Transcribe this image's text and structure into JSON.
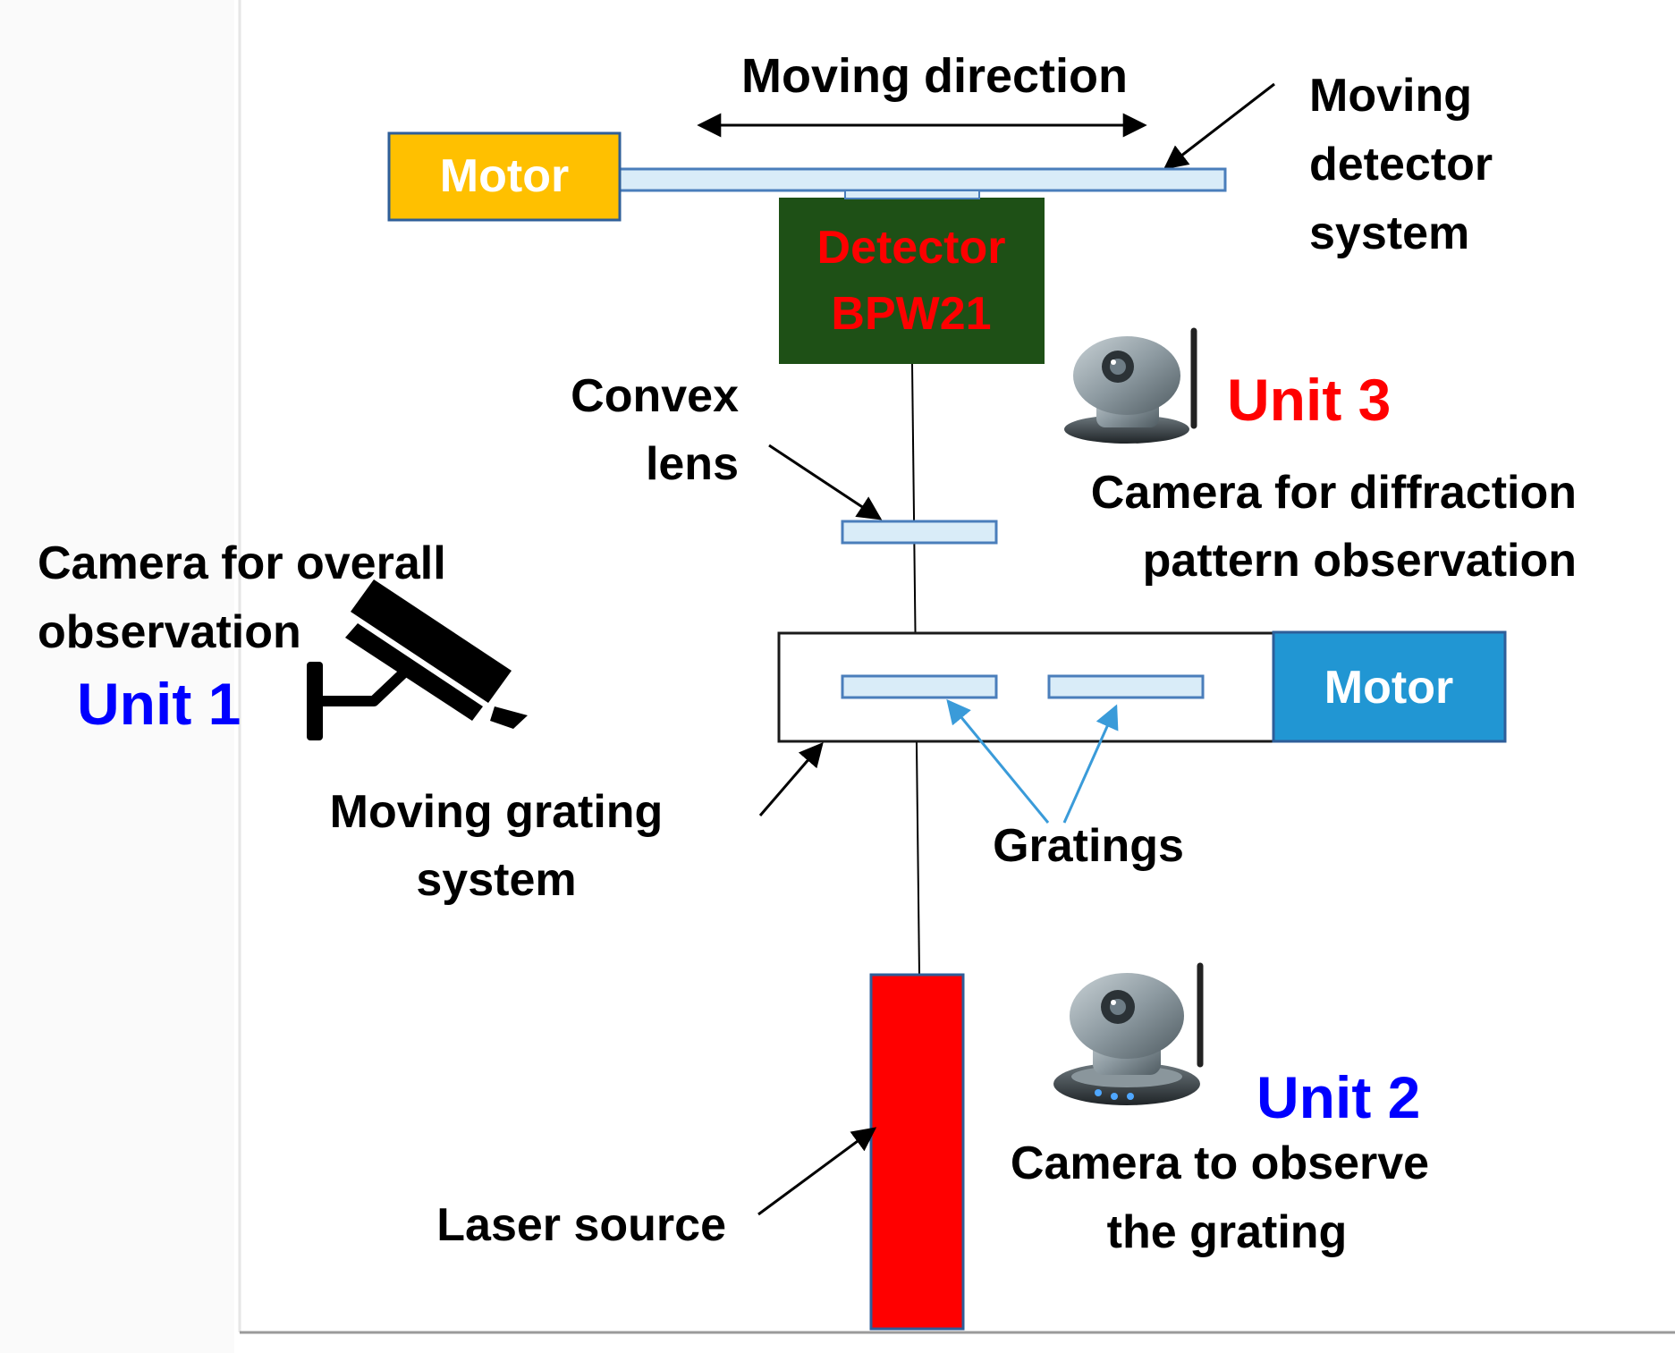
{
  "diagram": {
    "top_motor_label": "Motor",
    "detector_line1": "Detector",
    "detector_line2": "BPW21",
    "moving_direction": "Moving direction",
    "moving_detector_line1": "Moving",
    "moving_detector_line2": "detector",
    "moving_detector_line3": "system",
    "convex_line1": "Convex",
    "convex_line2": "lens",
    "unit3": "Unit 3",
    "cam3_line1": "Camera for diffraction",
    "cam3_line2": "pattern observation",
    "cam1_line1": "Camera for overall",
    "cam1_line2": "observation",
    "unit1": "Unit 1",
    "grating_motor_label": "Motor",
    "moving_grating_line1": "Moving grating",
    "moving_grating_line2": "system",
    "gratings": "Gratings",
    "unit2": "Unit 2",
    "cam2_line1": "Camera to observe",
    "cam2_line2": "the grating",
    "laser_source": "Laser source"
  },
  "colors": {
    "top_motor": "#FFC000",
    "detector": "#1E5016",
    "detector_text": "#FF0000",
    "grating_motor": "#2196D3",
    "component_fill": "#D9ECF8",
    "component_stroke": "#4A7EBB",
    "laser": "#FF0000",
    "unit_blue": "#0000FF",
    "unit_red": "#FF0000",
    "arrow_blue": "#3A9BD9"
  },
  "icons": [
    "cctv-camera-icon",
    "ip-camera-icon",
    "ip-camera-icon"
  ]
}
